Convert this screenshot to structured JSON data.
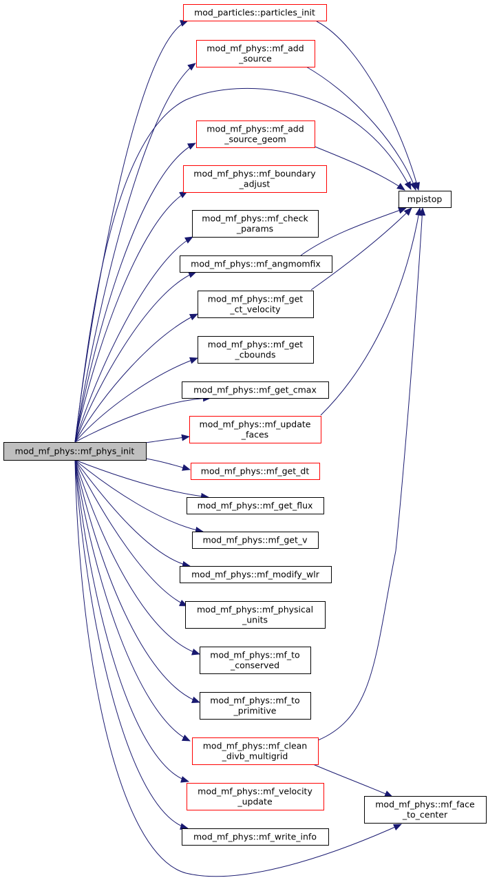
{
  "colors": {
    "edge": "#191970",
    "border_default": "#000000",
    "border_red": "#ff0000",
    "root_fill": "#bfbfbf",
    "node_fill": "#ffffff"
  },
  "nodes": [
    {
      "id": "root",
      "lines": [
        "mod_mf_phys::mf_phys_init"
      ],
      "style": "root"
    },
    {
      "id": "particles_init",
      "lines": [
        "mod_particles::particles_init"
      ],
      "style": "red"
    },
    {
      "id": "mf_add_source",
      "lines": [
        "mod_mf_phys::mf_add",
        "_source"
      ],
      "style": "red"
    },
    {
      "id": "mf_add_source_geom",
      "lines": [
        "mod_mf_phys::mf_add",
        "_source_geom"
      ],
      "style": "red"
    },
    {
      "id": "mf_boundary_adjust",
      "lines": [
        "mod_mf_phys::mf_boundary",
        "_adjust"
      ],
      "style": "red"
    },
    {
      "id": "mf_check_params",
      "lines": [
        "mod_mf_phys::mf_check",
        "_params"
      ],
      "style": "default"
    },
    {
      "id": "mf_angmomfix",
      "lines": [
        "mod_mf_phys::mf_angmomfix"
      ],
      "style": "default"
    },
    {
      "id": "mf_get_ct_velocity",
      "lines": [
        "mod_mf_phys::mf_get",
        "_ct_velocity"
      ],
      "style": "default"
    },
    {
      "id": "mf_get_cbounds",
      "lines": [
        "mod_mf_phys::mf_get",
        "_cbounds"
      ],
      "style": "default"
    },
    {
      "id": "mf_get_cmax",
      "lines": [
        "mod_mf_phys::mf_get_cmax"
      ],
      "style": "default"
    },
    {
      "id": "mf_update_faces",
      "lines": [
        "mod_mf_phys::mf_update",
        "_faces"
      ],
      "style": "red"
    },
    {
      "id": "mf_get_dt",
      "lines": [
        "mod_mf_phys::mf_get_dt"
      ],
      "style": "red"
    },
    {
      "id": "mf_get_flux",
      "lines": [
        "mod_mf_phys::mf_get_flux"
      ],
      "style": "default"
    },
    {
      "id": "mf_get_v",
      "lines": [
        "mod_mf_phys::mf_get_v"
      ],
      "style": "default"
    },
    {
      "id": "mf_modify_wlr",
      "lines": [
        "mod_mf_phys::mf_modify_wlr"
      ],
      "style": "default"
    },
    {
      "id": "mf_physical_units",
      "lines": [
        "mod_mf_phys::mf_physical",
        "_units"
      ],
      "style": "default"
    },
    {
      "id": "mf_to_conserved",
      "lines": [
        "mod_mf_phys::mf_to",
        "_conserved"
      ],
      "style": "default"
    },
    {
      "id": "mf_to_primitive",
      "lines": [
        "mod_mf_phys::mf_to",
        "_primitive"
      ],
      "style": "default"
    },
    {
      "id": "mf_clean_divb_multigrid",
      "lines": [
        "mod_mf_phys::mf_clean",
        "_divb_multigrid"
      ],
      "style": "red"
    },
    {
      "id": "mf_velocity_update",
      "lines": [
        "mod_mf_phys::mf_velocity",
        "_update"
      ],
      "style": "red"
    },
    {
      "id": "mf_write_info",
      "lines": [
        "mod_mf_phys::mf_write_info"
      ],
      "style": "default"
    },
    {
      "id": "mpistop",
      "lines": [
        "mpistop"
      ],
      "style": "default"
    },
    {
      "id": "mf_face_to_center",
      "lines": [
        "mod_mf_phys::mf_face",
        "_to_center"
      ],
      "style": "default"
    }
  ],
  "edges": [
    {
      "from": "root",
      "to": "particles_init"
    },
    {
      "from": "root",
      "to": "mf_add_source"
    },
    {
      "from": "root",
      "to": "mpistop"
    },
    {
      "from": "root",
      "to": "mf_add_source_geom"
    },
    {
      "from": "root",
      "to": "mf_boundary_adjust"
    },
    {
      "from": "root",
      "to": "mf_check_params"
    },
    {
      "from": "root",
      "to": "mf_angmomfix"
    },
    {
      "from": "root",
      "to": "mf_get_ct_velocity"
    },
    {
      "from": "root",
      "to": "mf_get_cbounds"
    },
    {
      "from": "root",
      "to": "mf_get_cmax"
    },
    {
      "from": "root",
      "to": "mf_update_faces"
    },
    {
      "from": "root",
      "to": "mf_get_dt"
    },
    {
      "from": "root",
      "to": "mf_get_flux"
    },
    {
      "from": "root",
      "to": "mf_get_v"
    },
    {
      "from": "root",
      "to": "mf_modify_wlr"
    },
    {
      "from": "root",
      "to": "mf_physical_units"
    },
    {
      "from": "root",
      "to": "mf_to_conserved"
    },
    {
      "from": "root",
      "to": "mf_to_primitive"
    },
    {
      "from": "root",
      "to": "mf_clean_divb_multigrid"
    },
    {
      "from": "root",
      "to": "mf_velocity_update"
    },
    {
      "from": "root",
      "to": "mf_write_info"
    },
    {
      "from": "root",
      "to": "mf_face_to_center"
    },
    {
      "from": "particles_init",
      "to": "mpistop"
    },
    {
      "from": "mf_add_source",
      "to": "mpistop"
    },
    {
      "from": "mf_add_source_geom",
      "to": "mpistop"
    },
    {
      "from": "mf_angmomfix",
      "to": "mpistop"
    },
    {
      "from": "mf_get_ct_velocity",
      "to": "mpistop"
    },
    {
      "from": "mf_update_faces",
      "to": "mpistop"
    },
    {
      "from": "mf_clean_divb_multigrid",
      "to": "mpistop"
    },
    {
      "from": "mf_clean_divb_multigrid",
      "to": "mf_face_to_center"
    }
  ]
}
